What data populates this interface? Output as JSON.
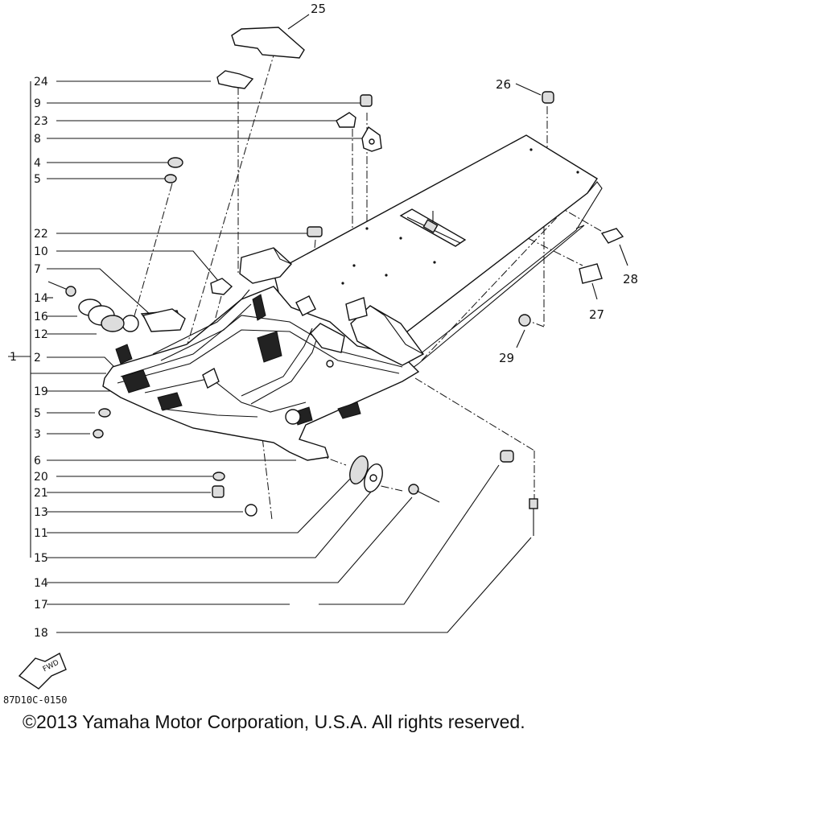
{
  "labels_left": [
    {
      "num": "24"
    },
    {
      "num": "9"
    },
    {
      "num": "23"
    },
    {
      "num": "8"
    },
    {
      "num": "4"
    },
    {
      "num": "5"
    },
    {
      "num": "22"
    },
    {
      "num": "10"
    },
    {
      "num": "7"
    },
    {
      "num": "14"
    },
    {
      "num": "16"
    },
    {
      "num": "12"
    },
    {
      "num": "2"
    },
    {
      "num": "19"
    },
    {
      "num": "5"
    },
    {
      "num": "3"
    },
    {
      "num": "6"
    },
    {
      "num": "20"
    },
    {
      "num": "21"
    },
    {
      "num": "13"
    },
    {
      "num": "11"
    },
    {
      "num": "15"
    },
    {
      "num": "14"
    },
    {
      "num": "17"
    },
    {
      "num": "18"
    }
  ],
  "group_label": "1",
  "labels_right": {
    "l25": "25",
    "l26": "26",
    "l27": "27",
    "l28": "28",
    "l29": "29"
  },
  "fwd_label": "FWD",
  "diagram_code": "87D10C-0150",
  "copyright": "©2013 Yamaha Motor Corporation, U.S.A. All rights reserved."
}
